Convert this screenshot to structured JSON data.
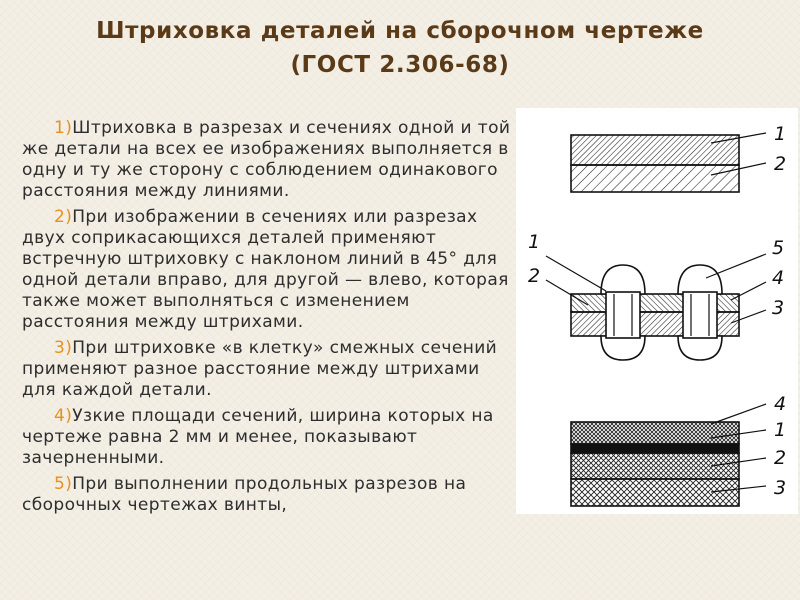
{
  "title": {
    "line1": "Штриховка деталей  на сборочном чертеже",
    "line2": "(ГОСТ 2.306-68)"
  },
  "paragraphs": [
    {
      "num": "1)",
      "text": "Штриховка в разрезах и сечениях одной и той же детали на всех ее изображениях выполняется в одну и ту же сторону с соблюдением одинакового расстояния между линиями."
    },
    {
      "num": "2)",
      "text": "При изображении в сечениях или разрезах двух соприкасающихся деталей применяют встречную штриховку с наклоном линий в 45° для одной детали вправо, для другой — влево, которая также может выполняться с изменением расстояния между штрихами."
    },
    {
      "num": "3)",
      "text": "При штриховке «в клетку» смежных сечений применяют разное расстояние между штрихами для каждой детали."
    },
    {
      "num": "4)",
      "text": "Узкие площади сечений, ширина которых на чертеже равна 2 мм и менее, показывают зачерненными."
    },
    {
      "num": "5)",
      "text": "При выполнении продольных разрезов на сборочных чертежах винты,"
    }
  ],
  "figure": {
    "top_labels": [
      "1",
      "2"
    ],
    "middle_left_labels": [
      "1",
      "2"
    ],
    "middle_right_labels": [
      "5",
      "4",
      "3"
    ],
    "bottom_labels": [
      "4",
      "1",
      "2",
      "3"
    ]
  },
  "colors": {
    "title": "#5a3a17",
    "text": "#2d2d2d",
    "accent_number": "#e4911e",
    "background": "#f4efe5"
  }
}
